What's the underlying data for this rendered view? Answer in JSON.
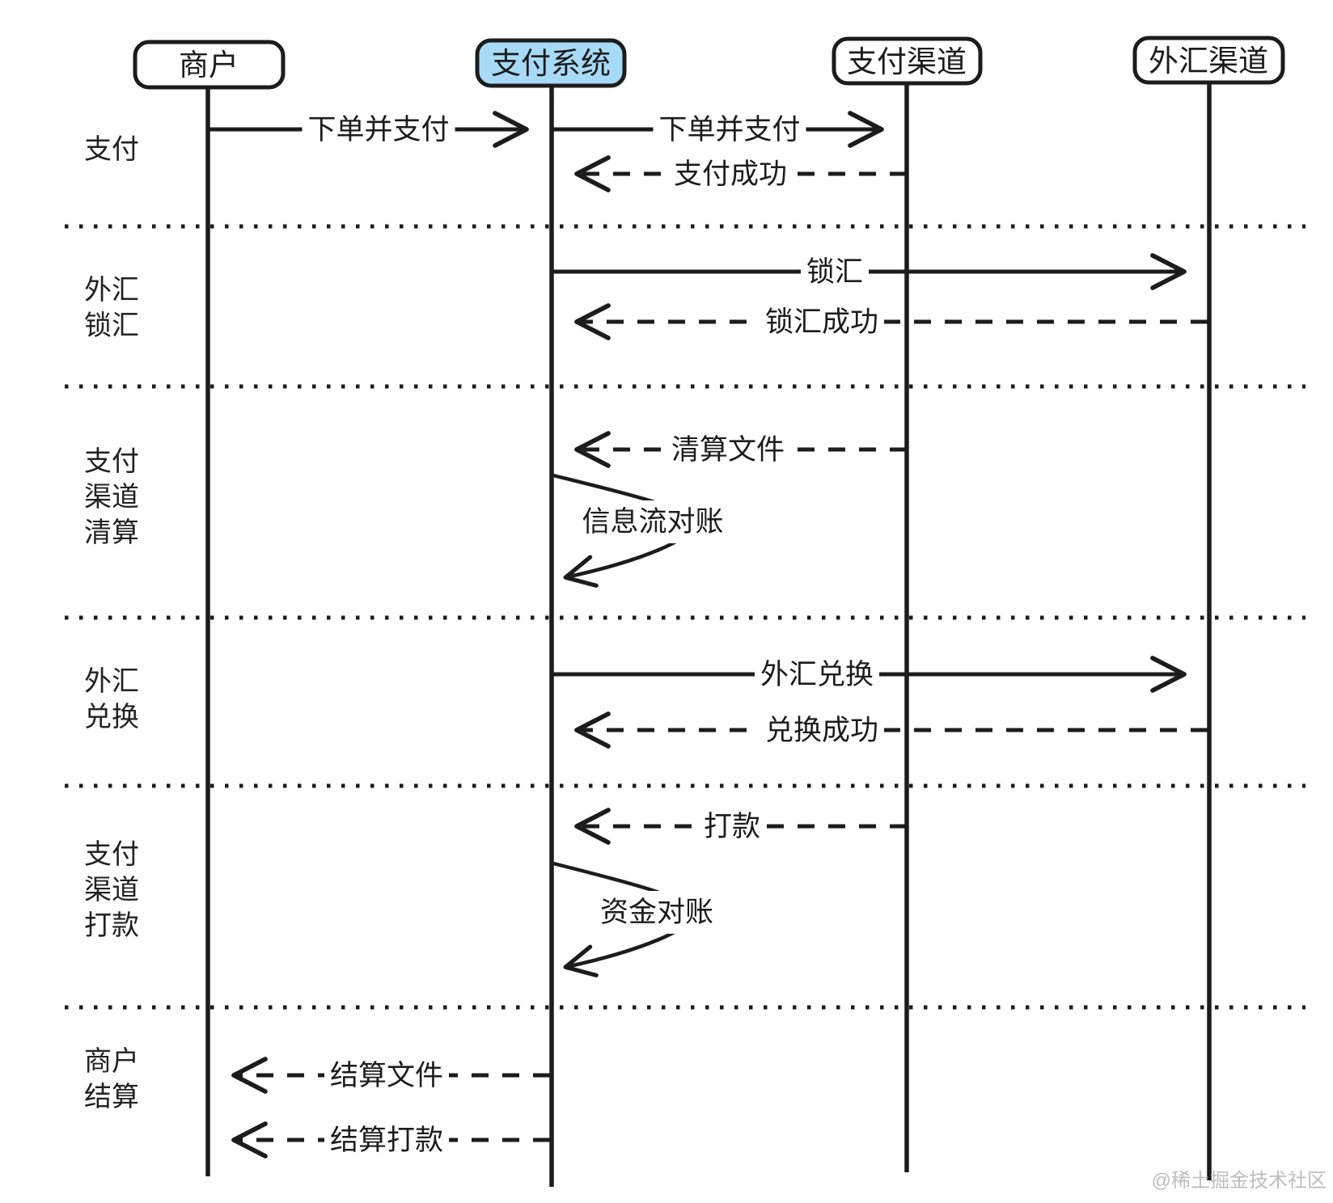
{
  "diagram": {
    "title_hint": "cross-border payment sequence diagram",
    "actors": [
      {
        "id": "merchant",
        "label": "商户",
        "highlight": false
      },
      {
        "id": "payment-system",
        "label": "支付系统",
        "highlight": true
      },
      {
        "id": "payment-channel",
        "label": "支付渠道",
        "highlight": false
      },
      {
        "id": "fx-channel",
        "label": "外汇渠道",
        "highlight": false
      }
    ],
    "phases": [
      {
        "lines": [
          "支付"
        ]
      },
      {
        "lines": [
          "外汇",
          "锁汇"
        ]
      },
      {
        "lines": [
          "支付",
          "渠道",
          "清算"
        ]
      },
      {
        "lines": [
          "外汇",
          "兑换"
        ]
      },
      {
        "lines": [
          "支付",
          "渠道",
          "打款"
        ]
      },
      {
        "lines": [
          "商户",
          "结算"
        ]
      }
    ],
    "messages": [
      {
        "label": "下单并支付",
        "from": "商户",
        "to": "支付系统",
        "type": "solid"
      },
      {
        "label": "下单并支付",
        "from": "支付系统",
        "to": "支付渠道",
        "type": "solid"
      },
      {
        "label": "支付成功",
        "from": "支付渠道",
        "to": "支付系统",
        "type": "dashed"
      },
      {
        "label": "锁汇",
        "from": "支付系统",
        "to": "外汇渠道",
        "type": "solid"
      },
      {
        "label": "锁汇成功",
        "from": "外汇渠道",
        "to": "支付系统",
        "type": "dashed"
      },
      {
        "label": "清算文件",
        "from": "支付渠道",
        "to": "支付系统",
        "type": "dashed"
      },
      {
        "label": "信息流对账",
        "from": "支付系统",
        "to": "支付系统",
        "type": "self"
      },
      {
        "label": "外汇兑换",
        "from": "支付系统",
        "to": "外汇渠道",
        "type": "solid"
      },
      {
        "label": "兑换成功",
        "from": "外汇渠道",
        "to": "支付系统",
        "type": "dashed"
      },
      {
        "label": "打款",
        "from": "支付渠道",
        "to": "支付系统",
        "type": "dashed"
      },
      {
        "label": "资金对账",
        "from": "支付系统",
        "to": "支付系统",
        "type": "self"
      },
      {
        "label": "结算文件",
        "from": "支付系统",
        "to": "商户",
        "type": "dashed"
      },
      {
        "label": "结算打款",
        "from": "支付系统",
        "to": "商户",
        "type": "dashed"
      }
    ],
    "watermark": "@稀土掘金技术社区",
    "colors": {
      "ink": "#1c1c1c",
      "highlight_fill": "#a7daf6",
      "background": "#ffffff",
      "watermark": "#bdbdbd"
    }
  }
}
